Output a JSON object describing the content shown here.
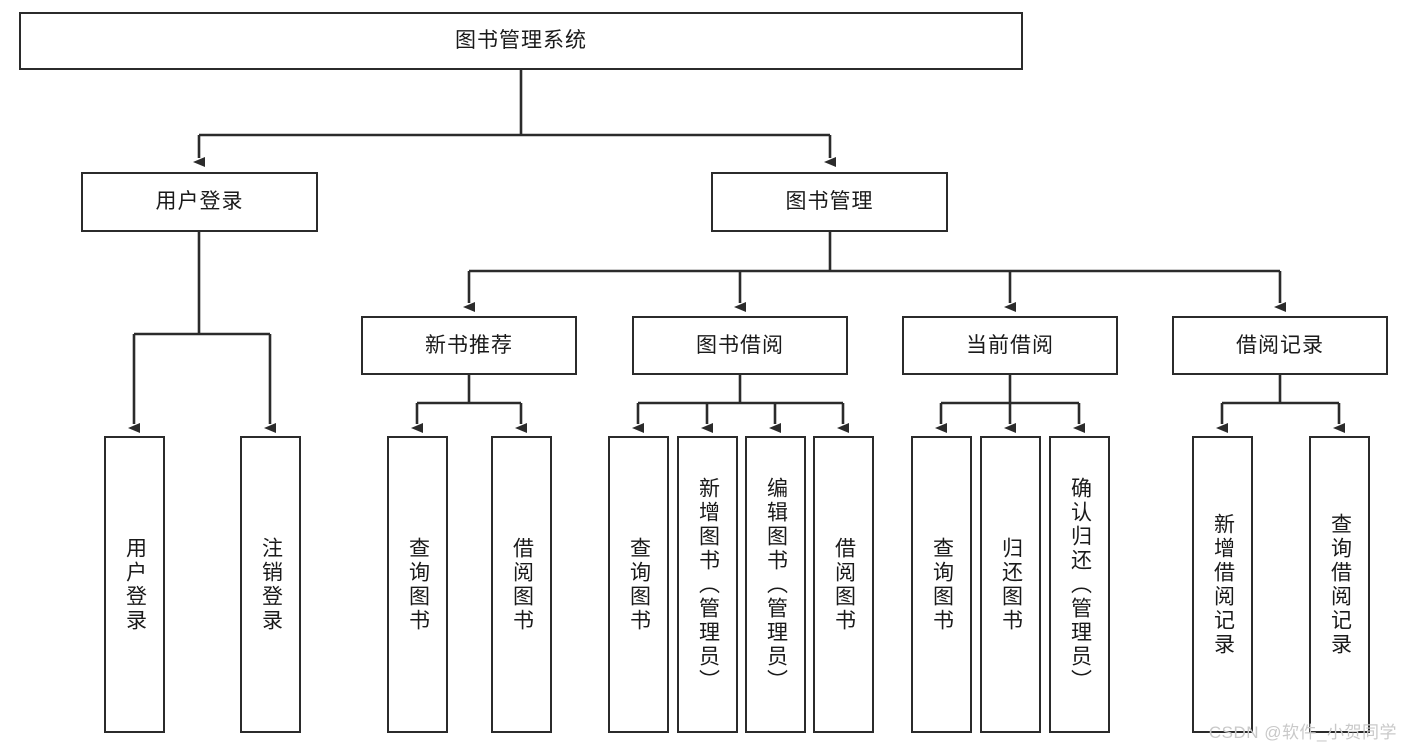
{
  "diagram": {
    "title": "图书管理系统",
    "type": "tree",
    "watermark": "CSDN @软件_小贺同学",
    "colors": {
      "box_border": "#2b2b2b",
      "box_fill": "#ffffff",
      "edge": "#2b2b2b",
      "text": "#1a1a1a",
      "watermark": "#c9c9c9",
      "background": "#ffffff"
    },
    "nodes": {
      "root": "图书管理系统",
      "level2": [
        "用户登录",
        "图书管理"
      ],
      "level3": [
        "新书推荐",
        "图书借阅",
        "当前借阅",
        "借阅记录"
      ],
      "leaves_user_login": [
        "用户登录",
        "注销登录"
      ],
      "leaves_new_book": [
        "查询图书",
        "借阅图书"
      ],
      "leaves_borrow": [
        "查询图书",
        "新增图书（管理员）",
        "编辑图书（管理员）",
        "借阅图书"
      ],
      "leaves_current": [
        "查询图书",
        "归还图书",
        "确认归还（管理员）"
      ],
      "leaves_record": [
        "新增借阅记录",
        "查询借阅记录"
      ]
    }
  }
}
